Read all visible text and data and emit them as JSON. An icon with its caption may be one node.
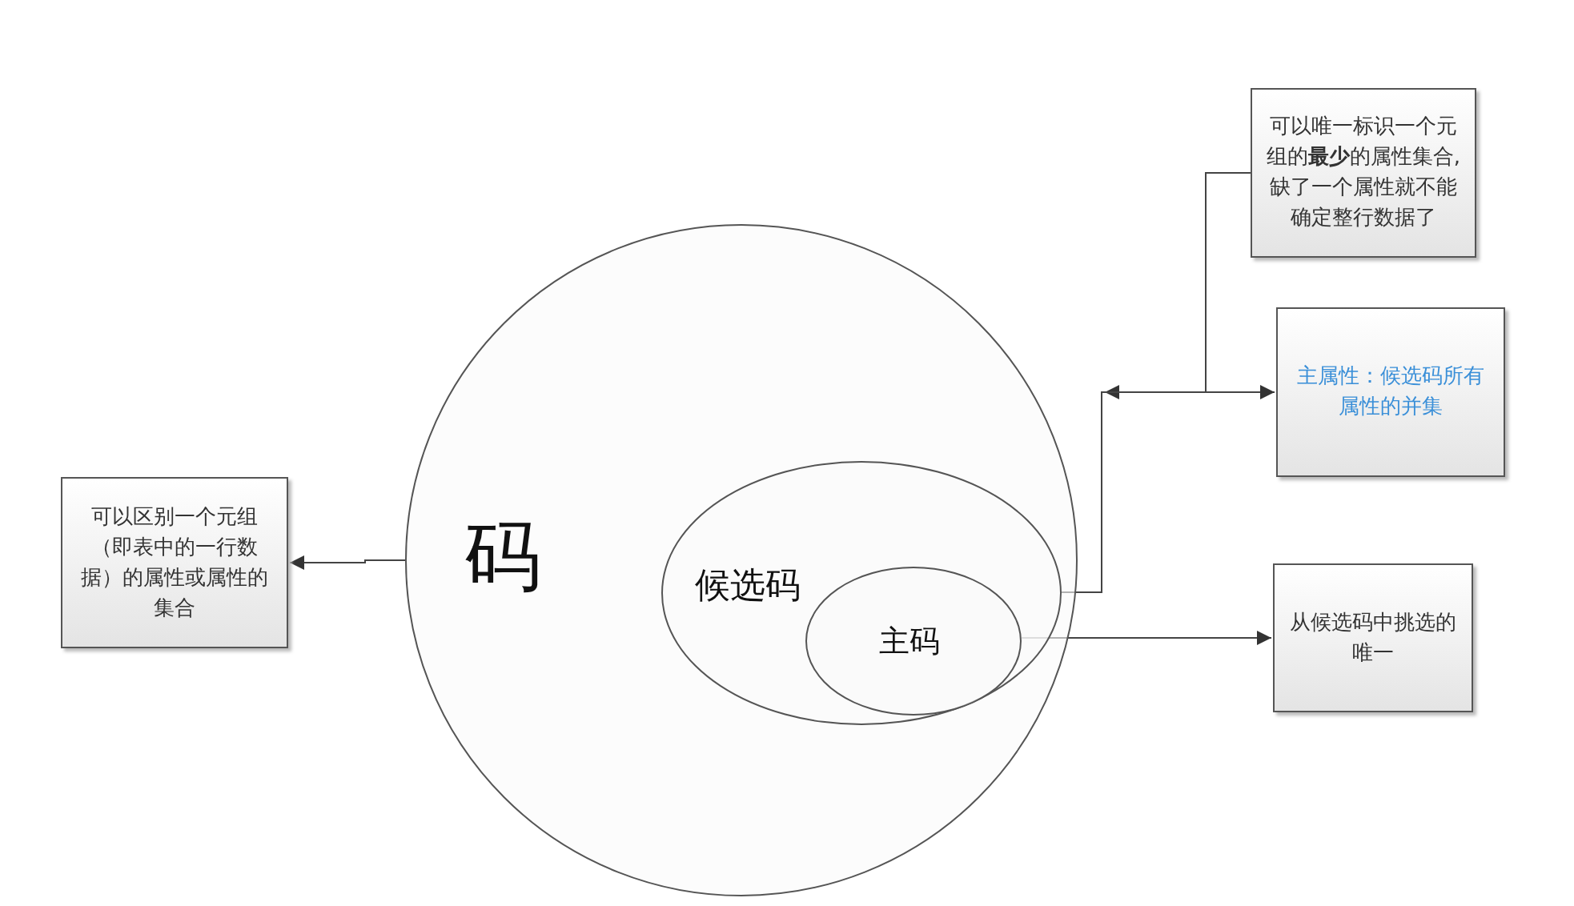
{
  "diagram": {
    "nodes": [
      {
        "text": [
          "码"
        ]
      },
      {
        "text": [
          "候选码"
        ],
        "in": 0
      },
      {
        "text": [
          "主码"
        ],
        "in": 1
      },
      {
        "text": [
          "可以区别一个元组（即表中的一行数据）的属性或属性的集合"
        ]
      },
      {
        "text": [
          "可以唯一标识一个元组的**最少**的属性集合,缺了一个属性就不能确定整行数据了"
        ]
      },
      {
        "text": [
          "主属性：候选码所有属性的并集"
        ]
      },
      {
        "text": [
          "从候选码中挑选的唯一"
        ]
      }
    ],
    "edges": [
      {
        "from": 0,
        "to": 3,
        "arrow": "to"
      },
      {
        "from": 4,
        "to": 1,
        "arrow": "to"
      },
      {
        "from": 1,
        "to": 5,
        "arrow": "to"
      },
      {
        "from": 2,
        "to": 6,
        "arrow": "to"
      }
    ]
  }
}
